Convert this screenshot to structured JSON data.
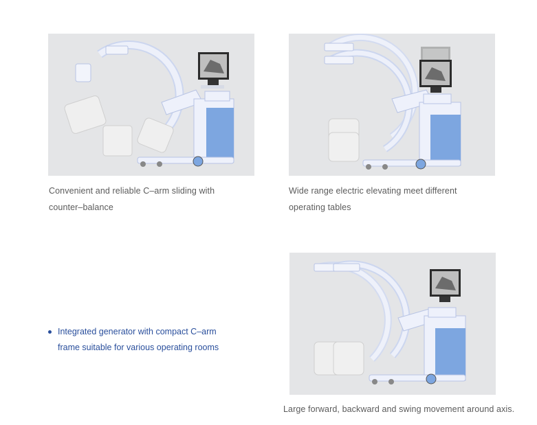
{
  "features": [
    {
      "caption": "Convenient and reliable C–arm sliding with counter–balance"
    },
    {
      "caption": "Wide range electric elevating meet different operating tables"
    },
    {
      "caption": "Large forward, backward and swing movement around axis."
    }
  ],
  "highlight": {
    "text": "Integrated generator with compact C–arm frame suitable for various operating rooms"
  },
  "colors": {
    "panel_bg": "#e4e5e7",
    "machine_body": "#eef1fb",
    "machine_blue": "#7da6e0",
    "accent_text": "#2a4f9c"
  }
}
